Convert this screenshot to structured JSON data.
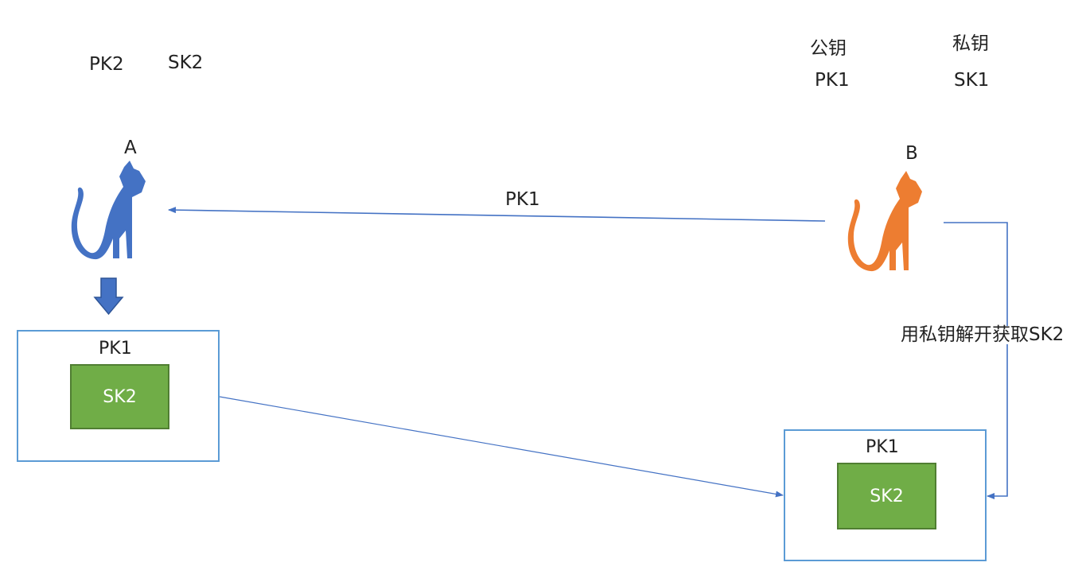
{
  "party_a": {
    "name": "A",
    "public_key": "PK2",
    "private_key": "SK2",
    "color": "#4472c4"
  },
  "party_b": {
    "name": "B",
    "public_key_heading": "公钥",
    "public_key": "PK1",
    "private_key_heading": "私钥",
    "private_key": "SK1",
    "color": "#ed7d31"
  },
  "arrows": {
    "b_to_a_label": "PK1",
    "decrypt_label": "用私钥解开获取SK2"
  },
  "box_a": {
    "outer_label": "PK1",
    "inner_label": "SK2"
  },
  "box_b": {
    "outer_label": "PK1",
    "inner_label": "SK2"
  },
  "colors": {
    "connector": "#4472c4",
    "box_border": "#5b9bd5",
    "inner_fill": "#70ad47"
  }
}
